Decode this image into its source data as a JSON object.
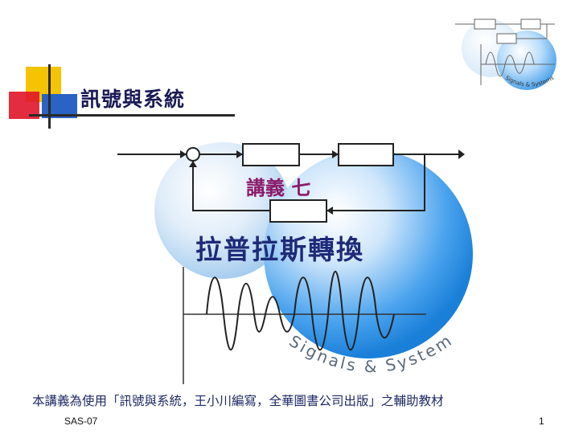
{
  "slide": {
    "title": "訊號與系統",
    "lecture_label": "講義 七",
    "topic": "拉普拉斯轉換",
    "footnote": "本講義為使用「訊號與系統，王小川編寫，全華圖書公司出版」之輔助教材",
    "slide_code": "SAS-07",
    "page_number": "1",
    "logo_text": "Signals & Systems",
    "watermark_text": "Signals & Systems"
  },
  "colors": {
    "title": "#1a1a55",
    "lecture": "#8b1a6b",
    "topic": "#1e2a78",
    "accent_yellow": "#f5c400",
    "accent_red": "#e0152a",
    "accent_blue": "#2a63c4",
    "sphere_blue": "#2a8fe0"
  }
}
